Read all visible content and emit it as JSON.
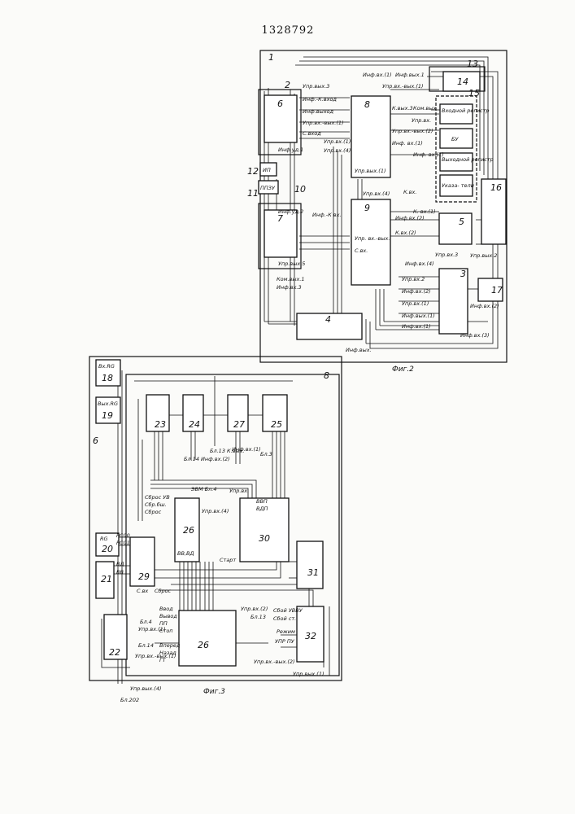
{
  "document": {
    "number": "1328792"
  },
  "fig2": {
    "caption": "Фиг.2",
    "frame_label": "1",
    "blocks": {
      "b2": "2",
      "b3": "3",
      "b4": "4",
      "b5": "5",
      "b6": "6",
      "b7": "7",
      "b8": "8",
      "b9": "9",
      "b10": "10",
      "b11": "11",
      "b12": "12",
      "b13": "13",
      "b14": "14",
      "b15": "15",
      "b16": "16",
      "b17": "17",
      "ip": "ИП",
      "ppzu": "ППЗУ",
      "vhodnoy_registr": "Входной регистр",
      "bu": "БУ",
      "vyhodnoy_registr": "Выходной регистр",
      "ukazateli": "Указа- тели"
    },
    "signals": {
      "upr_vyh_3": "Упр.вых.3",
      "inf_k_vhod": "Инф.-К.вход",
      "inf_vyhod": "Инф.выход",
      "upr_vh_vyh_1": "Упр.вх.-вых.(1)",
      "s_vhod": "С.вход",
      "inf_vh_1": "Инф.вх.(1)",
      "inf_vyh_1": "Инф.вых.1",
      "upr_vh_vyh_1b": "Упр.вх.-вых.(1)",
      "k_vyh_3": "К.вых.3",
      "kom_vyh": "Ком.вых",
      "upr_vh": "Упр.вх.",
      "upr_vh_vyh_2": "Упр.вх.-вых.(2)",
      "inf_vh_1b": "Инф. вх.(1)",
      "inf_vh_1c": "Инф. вх.(1)",
      "upr_vh_1": "Упр.вх.(1)",
      "upr_vh_4": "Упр.вх.(4)",
      "inf_ud_1": "Инф.уд.1",
      "inf_ud_2": "Инф.уд.2",
      "upr_vyh_1": "Упр.вых.(1)",
      "upr_vh_4b": "Упр.вх.(4)",
      "inf_k_vh": "Инф.-К вх.",
      "upr_vh_vyh": "Упр. вх.-вых.",
      "s_vh": "С.вх.",
      "inf_vh_2": "Инф.вх.(2)",
      "k_vh_1": "К. вх.(1)",
      "k_vh_2": "К.вх.(2)",
      "upr_vyh_5": "Упр.вых.5",
      "kom_vyh_1": "Ком.вых.1",
      "inf_vh_3": "Инф.вх.3",
      "upr_vh_3": "Упр.вх.3",
      "upr_vyh_2": "Упр.вых.2",
      "inf_vh_4": "Инф.вх.(4)",
      "upr_vh_2": "Упр.вх.2",
      "inf_vh_2b": "Инф.вх.(2)",
      "upr_vh_1b": "Упр.вх.(1)",
      "inf_vyh_1b": "Инф.вых.(1)",
      "inf_vh_1d": "Инф.вх.(1)",
      "inf_vh_3b": "Инф.вх.(3)",
      "inf_vh_2c": "Инф.вх.(2)",
      "inf_vyh": "Инф.вых.",
      "k_vh": "К.вх."
    }
  },
  "fig3": {
    "caption": "Фиг.3",
    "frame_label": "8",
    "left_label": "6",
    "blocks": {
      "b18": "18",
      "b18_label": "Вх.RG",
      "b19": "19",
      "b19_label": "Вых.RG",
      "b20": "20",
      "b20_label": "RG",
      "b21": "21",
      "b22": "22",
      "b23": "23",
      "b24": "24",
      "b25": "25",
      "b26a": "26",
      "b26b": "26",
      "b27": "27",
      "b29": "29",
      "b30": "30",
      "b31": "31",
      "b32": "32"
    },
    "signals": {
      "bl_13_k_vyh": "Бл.13 К.вых.",
      "bl14_inf_vh_2": "Бл.14 Инф.вх.(2)",
      "inf_vh_1": "Инф.вх.(1)",
      "bl3": "Бл.3",
      "evm_bl4": "ЭВМ Бл.4",
      "upr_vh": "Упр.вх.",
      "sbros_ub": "Сброс УВ",
      "sbr_bsh": "Сбр.бш.",
      "sbros": "Сброс",
      "upr_vh_4": "Упр.вх.(4)",
      "vvp": "ВВП",
      "vdp": "ВДП",
      "rs00": "РС00",
      "rs01": "РС01",
      "vd": "ВД",
      "vv": "ВВ",
      "vv_vd": "ВВ,ВД",
      "start": "Старт",
      "s_bh": "С.вх",
      "sbros_b": "Сброс",
      "vvod": "Ввод",
      "vyvod": "Вывод",
      "pp": "ПП",
      "stop": "Стоп",
      "vpered": "Вперед",
      "nazad": "Назад",
      "gt": "ГТ",
      "bl4": "Бл.4",
      "upr_vh_1": "Упр.вх.(1)",
      "bl14": "Бл.14",
      "upr_vh_vyh_1": "Упр.вх.-вых.(1)",
      "upr_vh_2": "Упр.вх.(2)",
      "bl13": "Бл.13",
      "sboy_ubbu": "Сбой УВВУ",
      "sboy_st": "Сбой ст.",
      "rezhim": "Режим",
      "upr_pu": "УПР ПУ",
      "upr_vh_vyh_2": "Упр.вх.-вых.(2)",
      "upr_vyh_1": "Упр.вых.(1)",
      "upr_vyh_4": "Упр.вых.(4)",
      "bl202": "Бл.202"
    }
  }
}
